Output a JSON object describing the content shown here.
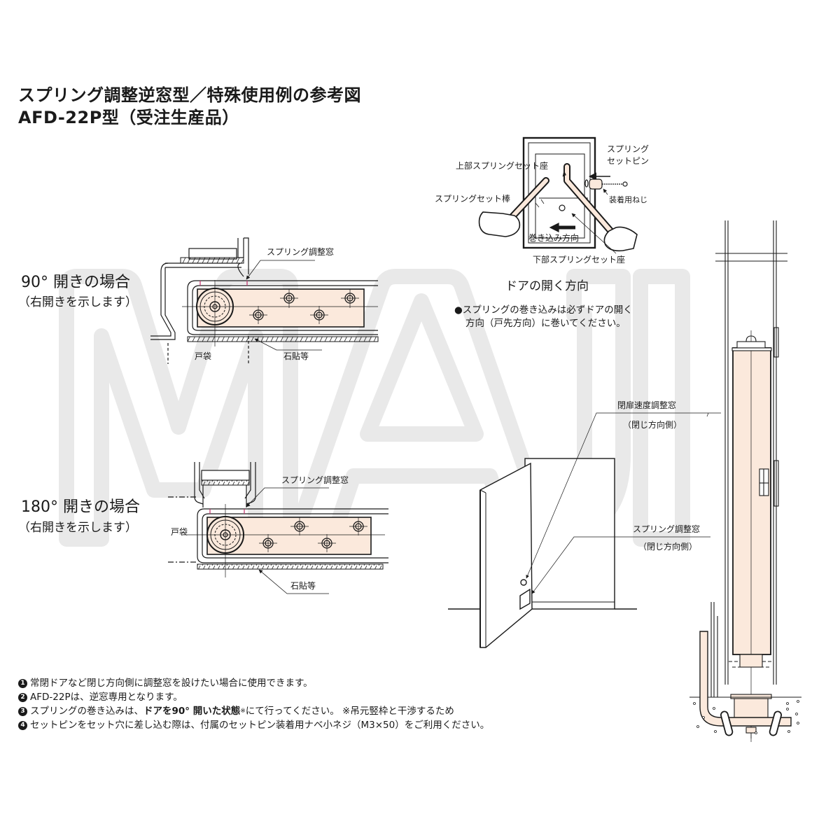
{
  "header": {
    "title_line1": "スプリング調整逆窓型／特殊使用例の参考図",
    "title_line2": "AFD-22P型（受注生産品）"
  },
  "watermark": {
    "text": "MAJI",
    "color": "#e9e9e9"
  },
  "colors": {
    "body_fill": "#fbe9dc",
    "line": "#1a1a1a",
    "marker": "#c0306a"
  },
  "plan_90": {
    "title": "90° 開きの場合",
    "subtitle": "（右開きを示します）",
    "labels": {
      "window": "スプリング調整窓",
      "pocket": "戸袋",
      "stone": "石貼等"
    }
  },
  "plan_180": {
    "title": "180° 開きの場合",
    "subtitle": "（右開きを示します）",
    "labels": {
      "window": "スプリング調整窓",
      "pocket": "戸袋",
      "stone": "石貼等"
    }
  },
  "spring_setting": {
    "labels": {
      "upper_seat": "上部スプリングセット座",
      "set_pin_line1": "スプリング",
      "set_pin_line2": "セットピン",
      "set_rod": "スプリングセット棒",
      "mount_screw": "装着用ねじ",
      "wind_direction": "巻き込み方向",
      "lower_seat": "下部スプリングセット座"
    },
    "heading": "ドアの開く方向",
    "note_line1": "●スプリングの巻き込みは必ずドアの開く",
    "note_line2": "方向（戸先方向）に巻いてください。"
  },
  "elevation": {
    "closing_speed_window": "閉扉速度調整窓",
    "closing_speed_side": "（閉じ方向側）",
    "spring_window": "スプリング調整窓",
    "spring_window_side": "（閉じ方向側）"
  },
  "notes": [
    {
      "num": "1",
      "text": "常閉ドアなど閉じ方向側に調整窓を設けたい場合に使用できます。"
    },
    {
      "num": "2",
      "text": "AFD-22Pは、逆窓専用となります。"
    },
    {
      "num": "3",
      "text_pre": "スプリングの巻き込みは、",
      "text_bold": "ドアを90° 開いた状態",
      "text_mark": "※",
      "text_post": "にて行ってください。 ※吊元竪枠と干渉するため"
    },
    {
      "num": "4",
      "text": "セットピンをセット穴に差し込む際は、付属のセットピン装着用ナベ小ネジ（M3×50）をご利用ください。"
    }
  ]
}
